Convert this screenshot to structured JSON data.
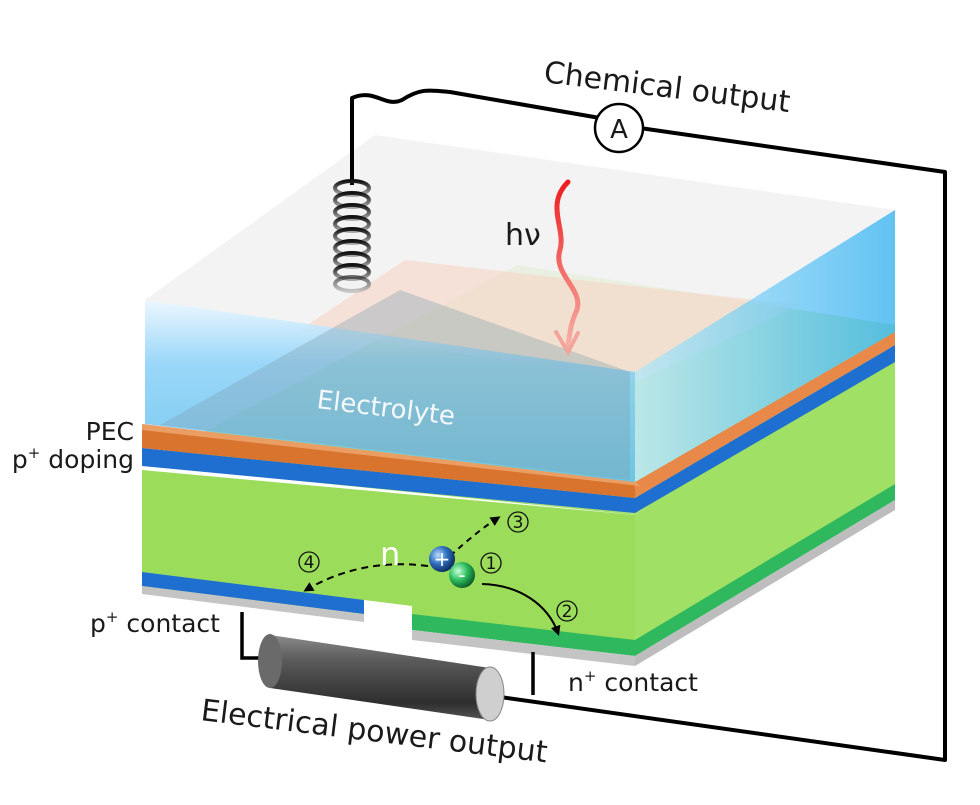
{
  "labels": {
    "chemical_output": "Chemical output",
    "ammeter": "A",
    "photon": "hν",
    "electrolyte": "Electrolyte",
    "pec": "PEC",
    "p_doping_p": "p",
    "p_doping_sup": "+",
    "p_doping_text": " doping",
    "n_region": "n",
    "p_contact_p": "p",
    "p_contact_sup": "+",
    "p_contact_text": " contact",
    "n_contact_n": "n",
    "n_contact_sup": "+",
    "n_contact_text": " contact",
    "electrical_output": "Electrical power output",
    "hole": "+",
    "electron": "-"
  },
  "steps": [
    "1",
    "2",
    "3",
    "4"
  ],
  "colors": {
    "green_bulk": "#9bdc5a",
    "blue_layer": "#1f6fd1",
    "orange_layer": "#d9742f",
    "n_contact": "#2fb85e",
    "photon": "#ee2222",
    "wire": "#000000"
  }
}
